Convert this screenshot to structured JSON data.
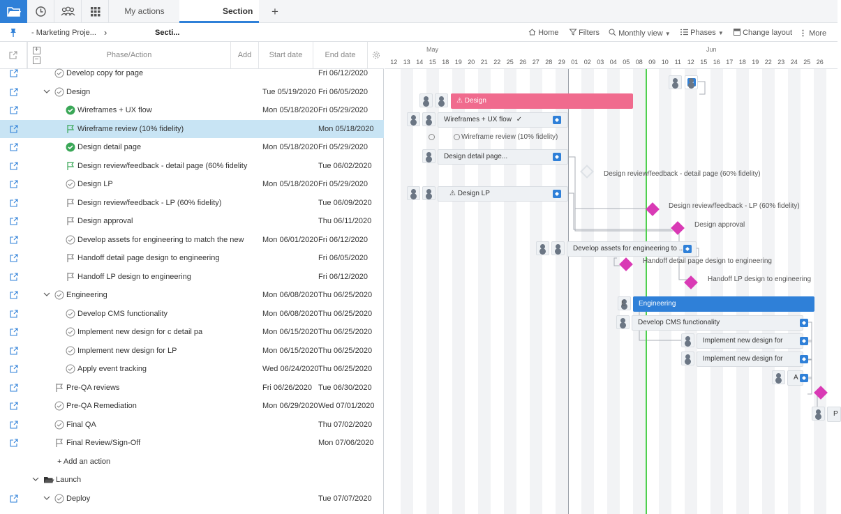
{
  "tabs": {
    "my_actions": "My actions",
    "section": "Section",
    "add": "+"
  },
  "breadcrumb": {
    "project": "- Marketing Proje...",
    "sep": "›",
    "section": "Secti..."
  },
  "toolbar": {
    "home": "Home",
    "filters": "Filters",
    "view": "Monthly view",
    "phases": "Phases",
    "layout": "Change layout",
    "more": "More"
  },
  "grid_header": {
    "phase_action": "Phase/Action",
    "add": "Add",
    "start": "Start date",
    "end": "End date"
  },
  "rows": [
    {
      "name": "Develop copy for                page",
      "start": "",
      "end": "Fri 06/12/2020"
    },
    {
      "name": "Design",
      "start": "Tue 05/19/2020",
      "end": "Fri 06/05/2020"
    },
    {
      "name": "Wireframes + UX flow",
      "start": "Mon 05/18/2020",
      "end": "Fri 05/29/2020"
    },
    {
      "name": "Wireframe review (10% fidelity)",
      "start": "",
      "end": "Mon 05/18/2020"
    },
    {
      "name": "Design                    detail page",
      "start": "Mon 05/18/2020",
      "end": "Fri 05/29/2020"
    },
    {
      "name": "Design review/feedback - detail page (60% fidelity",
      "start": "",
      "end": "Tue 06/02/2020"
    },
    {
      "name": "Design                LP",
      "start": "Mon 05/18/2020",
      "end": "Fri 05/29/2020"
    },
    {
      "name": "Design review/feedback - LP (60% fidelity)",
      "start": "",
      "end": "Tue 06/09/2020"
    },
    {
      "name": "Design approval",
      "start": "",
      "end": "Thu 06/11/2020"
    },
    {
      "name": "Develop assets for engineering to match the new",
      "start": "Mon 06/01/2020",
      "end": "Fri 06/12/2020"
    },
    {
      "name": "Handoff detail page design to engineering",
      "start": "",
      "end": "Fri 06/05/2020"
    },
    {
      "name": "Handoff LP design to engineering",
      "start": "",
      "end": "Fri 06/12/2020"
    },
    {
      "name": "Engineering",
      "start": "Mon 06/08/2020",
      "end": "Thu 06/25/2020"
    },
    {
      "name": "Develop CMS functionality",
      "start": "Mon 06/08/2020",
      "end": "Thu 06/25/2020"
    },
    {
      "name": "Implement new design for c                   detail pa",
      "start": "Mon 06/15/2020",
      "end": "Thu 06/25/2020"
    },
    {
      "name": "Implement new design for                   LP",
      "start": "Mon 06/15/2020",
      "end": "Thu 06/25/2020"
    },
    {
      "name": "Apply event tracking",
      "start": "Wed 06/24/2020",
      "end": "Thu 06/25/2020"
    },
    {
      "name": "Pre-QA reviews",
      "start": "Fri 06/26/2020",
      "end": "Tue 06/30/2020"
    },
    {
      "name": "Pre-QA Remediation",
      "start": "Mon 06/29/2020",
      "end": "Wed 07/01/2020"
    },
    {
      "name": "Final QA",
      "start": "",
      "end": "Thu 07/02/2020"
    },
    {
      "name": "Final Review/Sign-Off",
      "start": "",
      "end": "Mon 07/06/2020"
    },
    {
      "name": "+ Add an action",
      "start": "",
      "end": ""
    },
    {
      "name": "Launch",
      "start": "",
      "end": ""
    },
    {
      "name": "Deploy",
      "start": "",
      "end": "Tue 07/07/2020"
    }
  ],
  "timeline": {
    "months": [
      "May",
      "Jun"
    ],
    "days": [
      "12",
      "13",
      "14",
      "15",
      "18",
      "19",
      "20",
      "21",
      "22",
      "25",
      "26",
      "27",
      "28",
      "29",
      "01",
      "02",
      "03",
      "04",
      "05",
      "08",
      "09",
      "10",
      "11",
      "12",
      "15",
      "16",
      "17",
      "18",
      "19",
      "22",
      "23",
      "24",
      "25",
      "26"
    ]
  },
  "gantt": {
    "design_phase": "Design",
    "wireframes": "Wireframes + UX flow",
    "wireframe_review": "Wireframe review (10% fidelity)",
    "design_detail": "Design                  detail page...",
    "design_review_detail": "Design review/feedback - detail page (60% fidelity)",
    "design_lp": "Design                LP",
    "design_review_lp": "Design review/feedback - LP (60% fidelity)",
    "design_approval": "Design approval",
    "develop_assets": "Develop assets for engineering to ...",
    "handoff_detail": "Handoff detail page design to engineering",
    "handoff_lp": "Handoff LP design to engineering",
    "engineering_phase": "Engineering",
    "engineering_prefix": "E",
    "cms": "Develop CMS functionality",
    "impl_detail": "Implement new design for",
    "impl_lp": "Implement new design for",
    "event_tracking": "A",
    "preqa": "P"
  },
  "icons": {
    "folder": "folder-icon",
    "clock": "clock-icon",
    "people": "people-icon",
    "grid": "grid-icon",
    "pin": "pin-icon"
  },
  "colors": {
    "accent": "#2f80d8",
    "design_phase": "#f06b8e",
    "milestone": "#d93ab5",
    "today": "#4fd04f",
    "selected_row": "#c8e4f4"
  }
}
